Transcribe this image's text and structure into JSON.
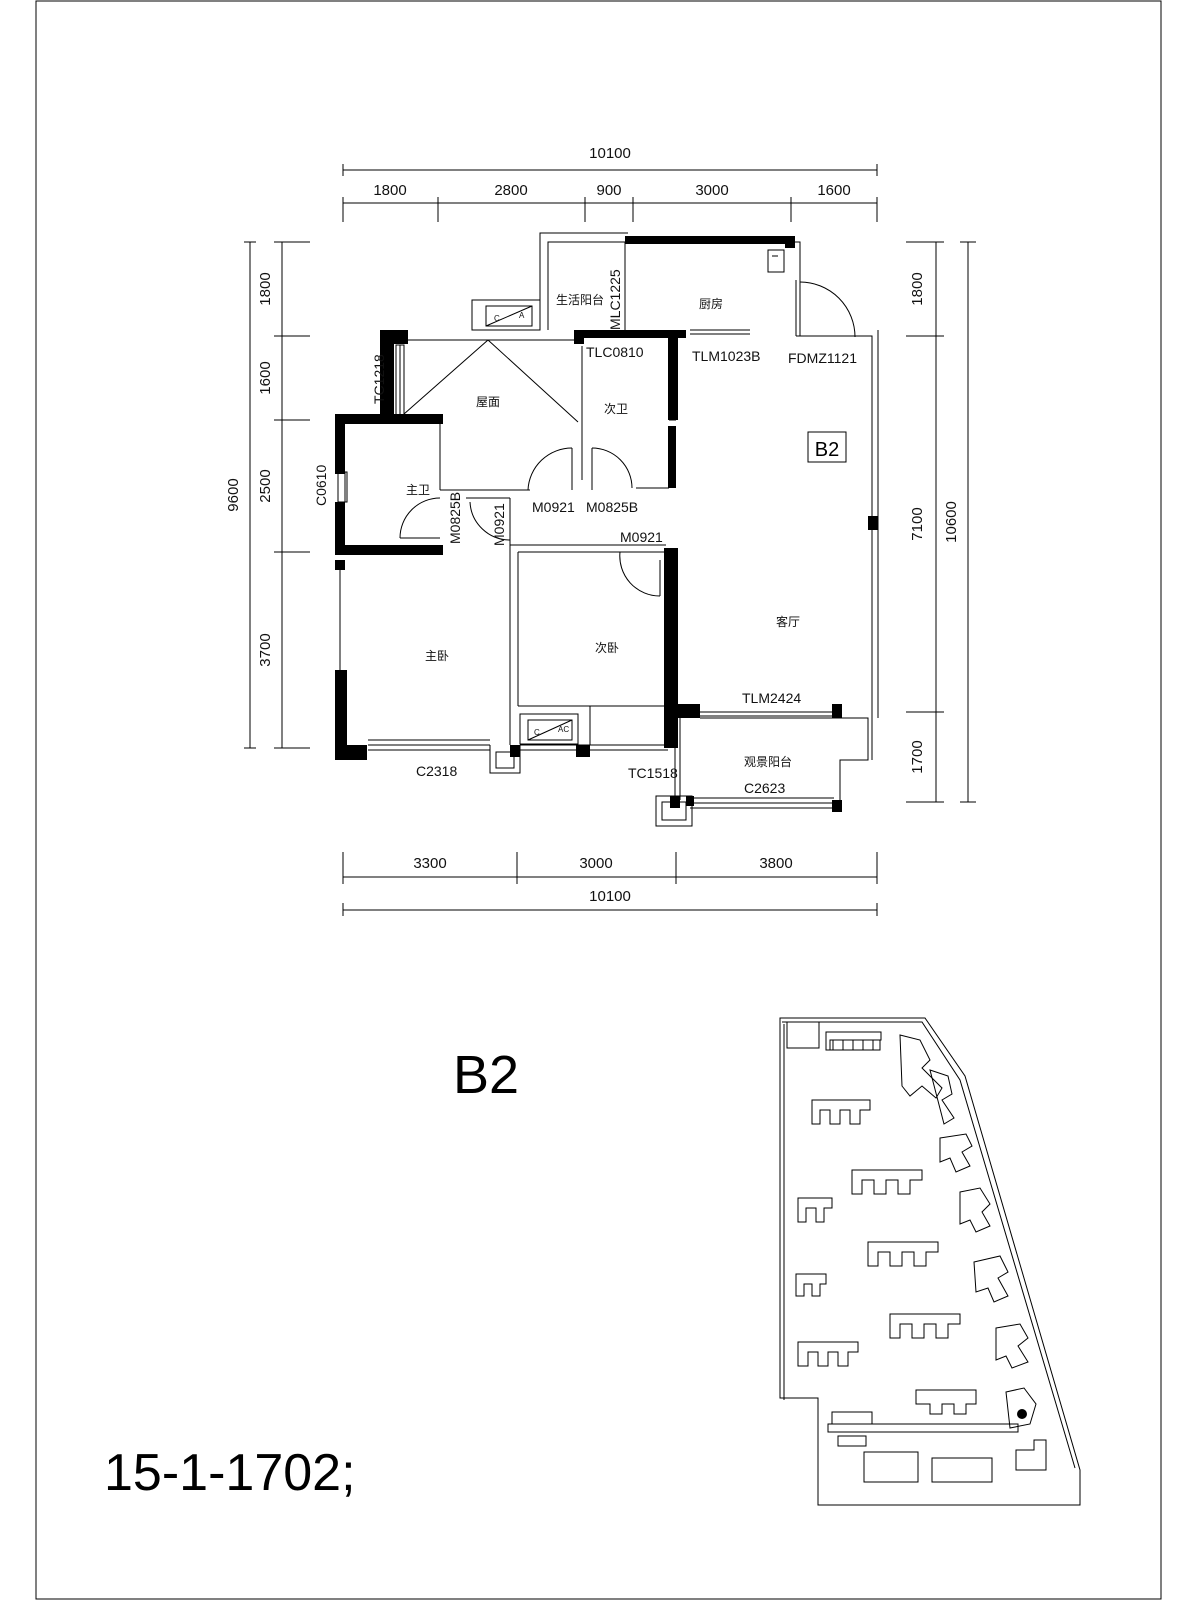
{
  "plan": {
    "unit_label": "B2",
    "unit_code": "15-1-1702;",
    "dims_top": {
      "total": "10100",
      "segments": [
        "1800",
        "2800",
        "900",
        "3000",
        "1600"
      ]
    },
    "dims_bottom": {
      "total": "10100",
      "segments": [
        "3300",
        "3000",
        "3800"
      ]
    },
    "dims_left": {
      "total": "9600",
      "segments": [
        "1800",
        "1600",
        "2500",
        "3700"
      ]
    },
    "dims_right": {
      "total": "10600",
      "segments": [
        "1800",
        "7100",
        "1700"
      ]
    },
    "rooms": {
      "living_balcony": "生活阳台",
      "kitchen": "厨房",
      "roof": "屋面",
      "second_bath": "次卫",
      "master_bath": "主卫",
      "master_bedroom": "主卧",
      "second_bedroom": "次卧",
      "living_room": "客厅",
      "view_balcony": "观景阳台"
    },
    "openings": {
      "mlc1225": "MLC1225",
      "tlc0810": "TLC0810",
      "tlm1023b": "TLM1023B",
      "fdm": "FDMZ1121",
      "tc1218": "TC1218",
      "c0610": "C0610",
      "m0825b_left": "M0825B",
      "m0921_left": "M0921",
      "m0921_mid": "M0921",
      "m0825b_mid": "M0825B",
      "m0921_right": "M0921",
      "tlm2424": "TLM2424",
      "c2318": "C2318",
      "tc1518": "TC1518",
      "c2623": "C2623"
    },
    "unit_tag": "B2",
    "ac_label": "AC"
  }
}
